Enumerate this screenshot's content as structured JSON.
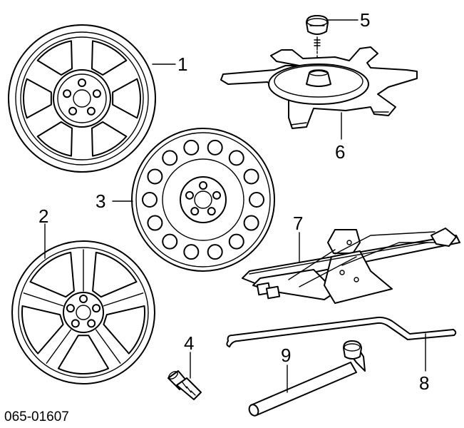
{
  "callouts": {
    "c1": "1",
    "c2": "2",
    "c3": "3",
    "c4": "4",
    "c5": "5",
    "c6": "6",
    "c7": "7",
    "c8": "8",
    "c9": "9"
  },
  "diagram_code": "065-01607"
}
